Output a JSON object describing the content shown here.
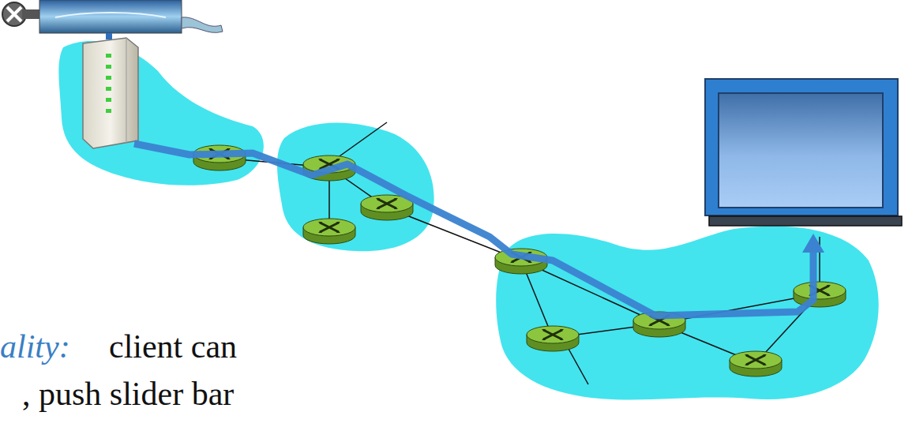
{
  "diagram": {
    "labels": [
      "ality:",
      "client can",
      ", push slider bar"
    ]
  }
}
